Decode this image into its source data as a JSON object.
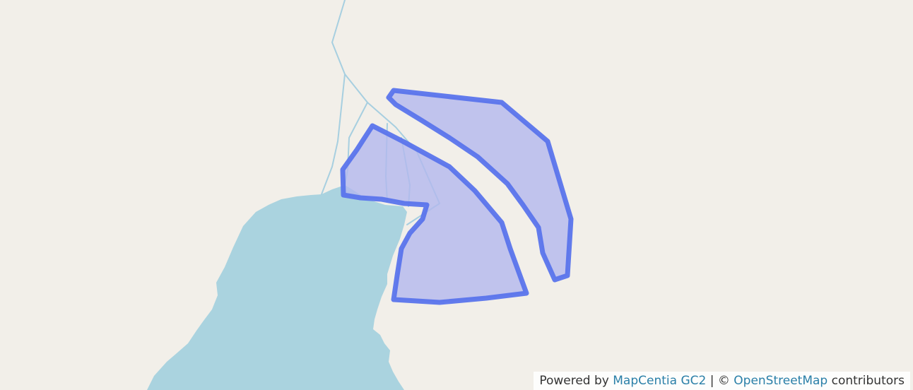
{
  "map": {
    "colors": {
      "land": "#f2efe9",
      "water": "#aad3df",
      "river": "#a7cfe0",
      "polygon_fill": "#b3b8ee",
      "polygon_stroke": "#5a74ec"
    },
    "features": [
      {
        "kind": "water",
        "name": "water-body"
      },
      {
        "kind": "river",
        "name": "river-network"
      },
      {
        "kind": "polygon",
        "name": "selected-area-inner"
      },
      {
        "kind": "polygon",
        "name": "selected-area-outer"
      }
    ]
  },
  "attribution": {
    "powered_by": "Powered by",
    "gc2_link": "MapCentia GC2",
    "separator": "|",
    "copyright": "©",
    "osm_link": "OpenStreetMap",
    "contributors": "contributors"
  }
}
